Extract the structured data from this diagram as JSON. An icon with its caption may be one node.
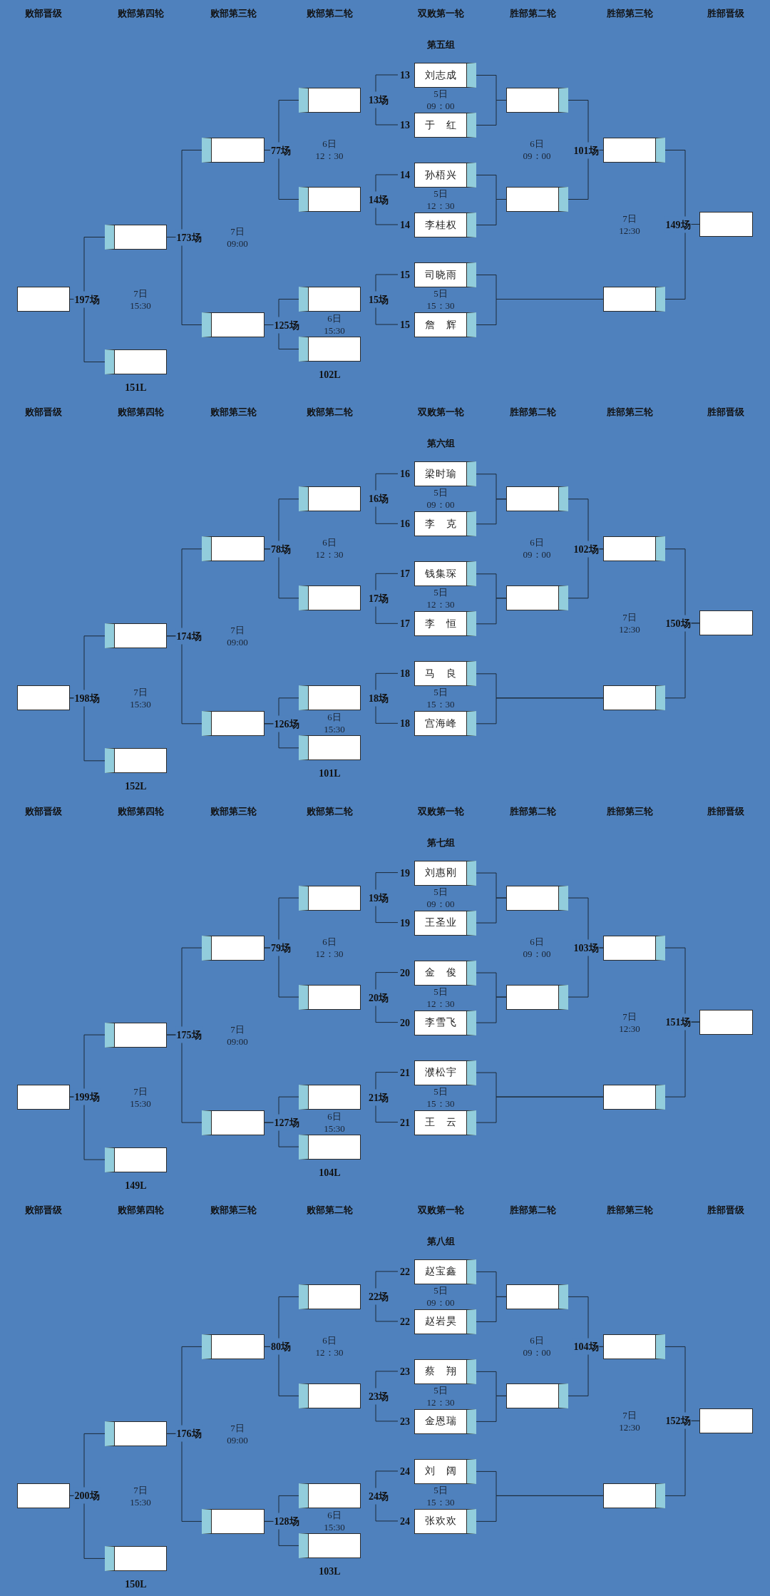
{
  "diagram": {
    "nodes": [
      {
        "text": [],
        "shape": "box"
      },
      {
        "text": [],
        "shape": "box"
      },
      {
        "text": [],
        "shape": "box",
        "beside": [
          "151L"
        ]
      },
      {
        "text": [],
        "shape": "box"
      },
      {
        "text": [],
        "shape": "box"
      },
      {
        "text": [],
        "shape": "box"
      },
      {
        "text": [],
        "shape": "box"
      },
      {
        "text": [],
        "shape": "box"
      },
      {
        "text": [],
        "shape": "box",
        "beside": [
          "102L"
        ]
      },
      {
        "text": [
          "13"
        ]
      },
      {
        "text": [
          "刘志成"
        ]
      },
      {
        "text": [
          "13"
        ]
      },
      {
        "text": [
          "于　红"
        ]
      },
      {
        "text": [
          "14"
        ]
      },
      {
        "text": [
          "孙梧兴"
        ]
      },
      {
        "text": [
          "14"
        ]
      },
      {
        "text": [
          "李桂权"
        ]
      },
      {
        "text": [
          "15"
        ]
      },
      {
        "text": [
          "司晓雨"
        ]
      },
      {
        "text": [
          "15"
        ]
      },
      {
        "text": [
          "詹　辉"
        ]
      },
      {
        "text": [],
        "shape": "box"
      },
      {
        "text": [],
        "shape": "box"
      },
      {
        "text": [],
        "shape": "box"
      },
      {
        "text": [],
        "shape": "box"
      },
      {
        "text": [],
        "shape": "box"
      },
      {
        "text": [],
        "shape": "box"
      },
      {
        "text": [],
        "shape": "box"
      },
      {
        "text": [],
        "shape": "box",
        "beside": [
          "152L"
        ]
      },
      {
        "text": [],
        "shape": "box"
      },
      {
        "text": [],
        "shape": "box"
      },
      {
        "text": [],
        "shape": "box"
      },
      {
        "text": [],
        "shape": "box"
      },
      {
        "text": [],
        "shape": "box"
      },
      {
        "text": [],
        "shape": "box",
        "beside": [
          "101L"
        ]
      },
      {
        "text": [
          "16"
        ]
      },
      {
        "text": [
          "梁时瑜"
        ]
      },
      {
        "text": [
          "16"
        ]
      },
      {
        "text": [
          "李　克"
        ]
      },
      {
        "text": [
          "17"
        ]
      },
      {
        "text": [
          "钱集琛"
        ]
      },
      {
        "text": [
          "17"
        ]
      },
      {
        "text": [
          "李　恒"
        ]
      },
      {
        "text": [
          "18"
        ]
      },
      {
        "text": [
          "马　良"
        ]
      },
      {
        "text": [
          "18"
        ]
      },
      {
        "text": [
          "宫海峰"
        ]
      },
      {
        "text": [],
        "shape": "box"
      },
      {
        "text": [],
        "shape": "box"
      },
      {
        "text": [],
        "shape": "box"
      },
      {
        "text": [],
        "shape": "box"
      },
      {
        "text": [],
        "shape": "box"
      },
      {
        "text": [],
        "shape": "box"
      },
      {
        "text": [],
        "shape": "box"
      },
      {
        "text": [],
        "shape": "box",
        "beside": [
          "149L"
        ]
      },
      {
        "text": [],
        "shape": "box"
      },
      {
        "text": [],
        "shape": "box"
      },
      {
        "text": [],
        "shape": "box"
      },
      {
        "text": [],
        "shape": "box"
      },
      {
        "text": [],
        "shape": "box"
      },
      {
        "text": [],
        "shape": "box",
        "beside": [
          "104L"
        ]
      },
      {
        "text": [
          "19"
        ]
      },
      {
        "text": [
          "刘惠刚"
        ]
      },
      {
        "text": [
          "19"
        ]
      },
      {
        "text": [
          "王圣业"
        ]
      },
      {
        "text": [
          "20"
        ]
      },
      {
        "text": [
          "金　俊"
        ]
      },
      {
        "text": [
          "20"
        ]
      },
      {
        "text": [
          "李雪飞"
        ]
      },
      {
        "text": [
          "21"
        ]
      },
      {
        "text": [
          "濮松宇"
        ]
      },
      {
        "text": [
          "21"
        ]
      },
      {
        "text": [
          "王　云"
        ]
      },
      {
        "text": [],
        "shape": "box"
      },
      {
        "text": [],
        "shape": "box"
      },
      {
        "text": [],
        "shape": "box"
      },
      {
        "text": [],
        "shape": "box"
      },
      {
        "text": [],
        "shape": "box"
      },
      {
        "text": [],
        "shape": "box"
      },
      {
        "text": [],
        "shape": "box"
      },
      {
        "text": [],
        "shape": "box",
        "beside": [
          "150L"
        ]
      },
      {
        "text": [],
        "shape": "box"
      },
      {
        "text": [],
        "shape": "box"
      },
      {
        "text": [],
        "shape": "box"
      },
      {
        "text": [],
        "shape": "box"
      },
      {
        "text": [],
        "shape": "box"
      },
      {
        "text": [],
        "shape": "box",
        "beside": [
          "103L"
        ]
      },
      {
        "text": [
          "22"
        ]
      },
      {
        "text": [
          "赵宝鑫"
        ]
      },
      {
        "text": [
          "22"
        ]
      },
      {
        "text": [
          "赵岩昊"
        ]
      },
      {
        "text": [
          "23"
        ]
      },
      {
        "text": [
          "蔡　翔"
        ]
      },
      {
        "text": [
          "23"
        ]
      },
      {
        "text": [
          "金恩瑞"
        ]
      },
      {
        "text": [
          "24"
        ]
      },
      {
        "text": [
          "刘　阔"
        ]
      },
      {
        "text": [
          "24"
        ]
      },
      {
        "text": [
          "张欢欢"
        ]
      },
      {
        "text": [],
        "shape": "box"
      },
      {
        "text": [],
        "shape": "box"
      },
      {
        "text": [],
        "shape": "box"
      },
      {
        "text": [],
        "shape": "box"
      },
      {
        "text": [],
        "shape": "box"
      }
    ],
    "edges": [
      {
        "from": 9,
        "to": 11,
        "arrow": "none",
        "label": "13场"
      },
      {
        "from": 13,
        "to": 15,
        "arrow": "none",
        "label": "14场"
      },
      {
        "from": 17,
        "to": 19,
        "arrow": "none",
        "label": "15场"
      },
      {
        "from": 5,
        "to": 3,
        "arrow": "none",
        "label": "77场"
      },
      {
        "from": 6,
        "to": 3,
        "arrow": "none"
      },
      {
        "from": 7,
        "to": 4,
        "arrow": "none",
        "label": "125场"
      },
      {
        "from": 8,
        "to": 4,
        "arrow": "none"
      },
      {
        "from": 3,
        "to": 1,
        "arrow": "none",
        "label": "173场"
      },
      {
        "from": 4,
        "to": 1,
        "arrow": "none"
      },
      {
        "from": 1,
        "to": 0,
        "arrow": "none",
        "label": "197场"
      },
      {
        "from": 2,
        "to": 0,
        "arrow": "none"
      },
      {
        "from": 10,
        "to": 21,
        "arrow": "none"
      },
      {
        "from": 12,
        "to": 21,
        "arrow": "none"
      },
      {
        "from": 14,
        "to": 22,
        "arrow": "none"
      },
      {
        "from": 16,
        "to": 22,
        "arrow": "none"
      },
      {
        "from": 18,
        "to": 24,
        "arrow": "none"
      },
      {
        "from": 20,
        "to": 24,
        "arrow": "none"
      },
      {
        "from": 21,
        "to": 23,
        "arrow": "none",
        "label": "101场"
      },
      {
        "from": 22,
        "to": 23,
        "arrow": "none"
      },
      {
        "from": 23,
        "to": 25,
        "arrow": "none",
        "label": "149场"
      },
      {
        "from": 24,
        "to": 25,
        "arrow": "none"
      },
      {
        "from": 35,
        "to": 37,
        "arrow": "none",
        "label": "16场"
      },
      {
        "from": 39,
        "to": 41,
        "arrow": "none",
        "label": "17场"
      },
      {
        "from": 43,
        "to": 45,
        "arrow": "none",
        "label": "18场"
      },
      {
        "from": 31,
        "to": 29,
        "arrow": "none",
        "label": "78场"
      },
      {
        "from": 32,
        "to": 29,
        "arrow": "none"
      },
      {
        "from": 33,
        "to": 30,
        "arrow": "none",
        "label": "126场"
      },
      {
        "from": 34,
        "to": 30,
        "arrow": "none"
      },
      {
        "from": 29,
        "to": 27,
        "arrow": "none",
        "label": "174场"
      },
      {
        "from": 30,
        "to": 27,
        "arrow": "none"
      },
      {
        "from": 27,
        "to": 26,
        "arrow": "none",
        "label": "198场"
      },
      {
        "from": 28,
        "to": 26,
        "arrow": "none"
      },
      {
        "from": 36,
        "to": 47,
        "arrow": "none"
      },
      {
        "from": 38,
        "to": 47,
        "arrow": "none"
      },
      {
        "from": 40,
        "to": 48,
        "arrow": "none"
      },
      {
        "from": 42,
        "to": 48,
        "arrow": "none"
      },
      {
        "from": 44,
        "to": 50,
        "arrow": "none"
      },
      {
        "from": 46,
        "to": 50,
        "arrow": "none"
      },
      {
        "from": 47,
        "to": 49,
        "arrow": "none",
        "label": "102场"
      },
      {
        "from": 48,
        "to": 49,
        "arrow": "none"
      },
      {
        "from": 49,
        "to": 51,
        "arrow": "none",
        "label": "150场"
      },
      {
        "from": 50,
        "to": 51,
        "arrow": "none"
      },
      {
        "from": 61,
        "to": 63,
        "arrow": "none",
        "label": "19场"
      },
      {
        "from": 65,
        "to": 67,
        "arrow": "none",
        "label": "20场"
      },
      {
        "from": 69,
        "to": 71,
        "arrow": "none",
        "label": "21场"
      },
      {
        "from": 57,
        "to": 55,
        "arrow": "none",
        "label": "79场"
      },
      {
        "from": 58,
        "to": 55,
        "arrow": "none"
      },
      {
        "from": 59,
        "to": 56,
        "arrow": "none",
        "label": "127场"
      },
      {
        "from": 60,
        "to": 56,
        "arrow": "none"
      },
      {
        "from": 55,
        "to": 53,
        "arrow": "none",
        "label": "175场"
      },
      {
        "from": 56,
        "to": 53,
        "arrow": "none"
      },
      {
        "from": 53,
        "to": 52,
        "arrow": "none",
        "label": "199场"
      },
      {
        "from": 54,
        "to": 52,
        "arrow": "none"
      },
      {
        "from": 62,
        "to": 73,
        "arrow": "none"
      },
      {
        "from": 64,
        "to": 73,
        "arrow": "none"
      },
      {
        "from": 66,
        "to": 74,
        "arrow": "none"
      },
      {
        "from": 68,
        "to": 74,
        "arrow": "none"
      },
      {
        "from": 70,
        "to": 76,
        "arrow": "none"
      },
      {
        "from": 72,
        "to": 76,
        "arrow": "none"
      },
      {
        "from": 73,
        "to": 75,
        "arrow": "none",
        "label": "103场"
      },
      {
        "from": 74,
        "to": 75,
        "arrow": "none"
      },
      {
        "from": 75,
        "to": 77,
        "arrow": "none",
        "label": "151场"
      },
      {
        "from": 76,
        "to": 77,
        "arrow": "none"
      },
      {
        "from": 87,
        "to": 89,
        "arrow": "none",
        "label": "22场"
      },
      {
        "from": 91,
        "to": 93,
        "arrow": "none",
        "label": "23场"
      },
      {
        "from": 95,
        "to": 97,
        "arrow": "none",
        "label": "24场"
      },
      {
        "from": 83,
        "to": 81,
        "arrow": "none",
        "label": "80场"
      },
      {
        "from": 84,
        "to": 81,
        "arrow": "none"
      },
      {
        "from": 85,
        "to": 82,
        "arrow": "none",
        "label": "128场"
      },
      {
        "from": 86,
        "to": 82,
        "arrow": "none"
      },
      {
        "from": 81,
        "to": 79,
        "arrow": "none",
        "label": "176场"
      },
      {
        "from": 82,
        "to": 79,
        "arrow": "none"
      },
      {
        "from": 79,
        "to": 78,
        "arrow": "none",
        "label": "200场"
      },
      {
        "from": 80,
        "to": 78,
        "arrow": "none"
      },
      {
        "from": 88,
        "to": 99,
        "arrow": "none"
      },
      {
        "from": 90,
        "to": 99,
        "arrow": "none"
      },
      {
        "from": 92,
        "to": 100,
        "arrow": "none"
      },
      {
        "from": 94,
        "to": 100,
        "arrow": "none"
      },
      {
        "from": 96,
        "to": 102,
        "arrow": "none"
      },
      {
        "from": 98,
        "to": 102,
        "arrow": "none"
      },
      {
        "from": 99,
        "to": 101,
        "arrow": "none",
        "label": "104场"
      },
      {
        "from": 100,
        "to": 101,
        "arrow": "none"
      },
      {
        "from": 101,
        "to": 103,
        "arrow": "none",
        "label": "152场"
      },
      {
        "from": 102,
        "to": 103,
        "arrow": "none"
      }
    ],
    "labels": [
      "败部晋级",
      "败部第四轮",
      "败部第三轮",
      "败部第二轮",
      "双败第一轮",
      "胜部第二轮",
      "胜部第三轮",
      "胜部晋级",
      "第五组",
      "5日 09：00",
      "6日 12：30",
      "6日 09：00",
      "5日 12：30",
      "7日 12:30",
      "7日 09:00",
      "7日 15:30",
      "5日 15：30",
      "6日 15:30",
      "败部晋级",
      "败部第四轮",
      "败部第三轮",
      "败部第二轮",
      "双败第一轮",
      "胜部第二轮",
      "胜部第三轮",
      "胜部晋级",
      "第六组",
      "5日 09：00",
      "6日 12：30",
      "6日 09：00",
      "5日 12：30",
      "7日 12:30",
      "7日 09:00",
      "7日 15:30",
      "5日 15：30",
      "6日 15:30",
      "败部晋级",
      "败部第四轮",
      "败部第三轮",
      "败部第二轮",
      "双败第一轮",
      "胜部第二轮",
      "胜部第三轮",
      "胜部晋级",
      "第七组",
      "5日 09：00",
      "6日 12：30",
      "6日 09：00",
      "5日 12：30",
      "7日 12:30",
      "7日 09:00",
      "7日 15:30",
      "5日 15：30",
      "6日 15:30",
      "败部晋级",
      "败部第四轮",
      "败部第三轮",
      "败部第二轮",
      "双败第一轮",
      "胜部第二轮",
      "胜部第三轮",
      "胜部晋级",
      "第八组",
      "5日 09：00",
      "6日 12：30",
      "6日 09：00",
      "5日 12：30",
      "7日 12:30",
      "7日 09:00",
      "7日 15:30",
      "5日 15：30",
      "6日 15:30"
    ]
  }
}
